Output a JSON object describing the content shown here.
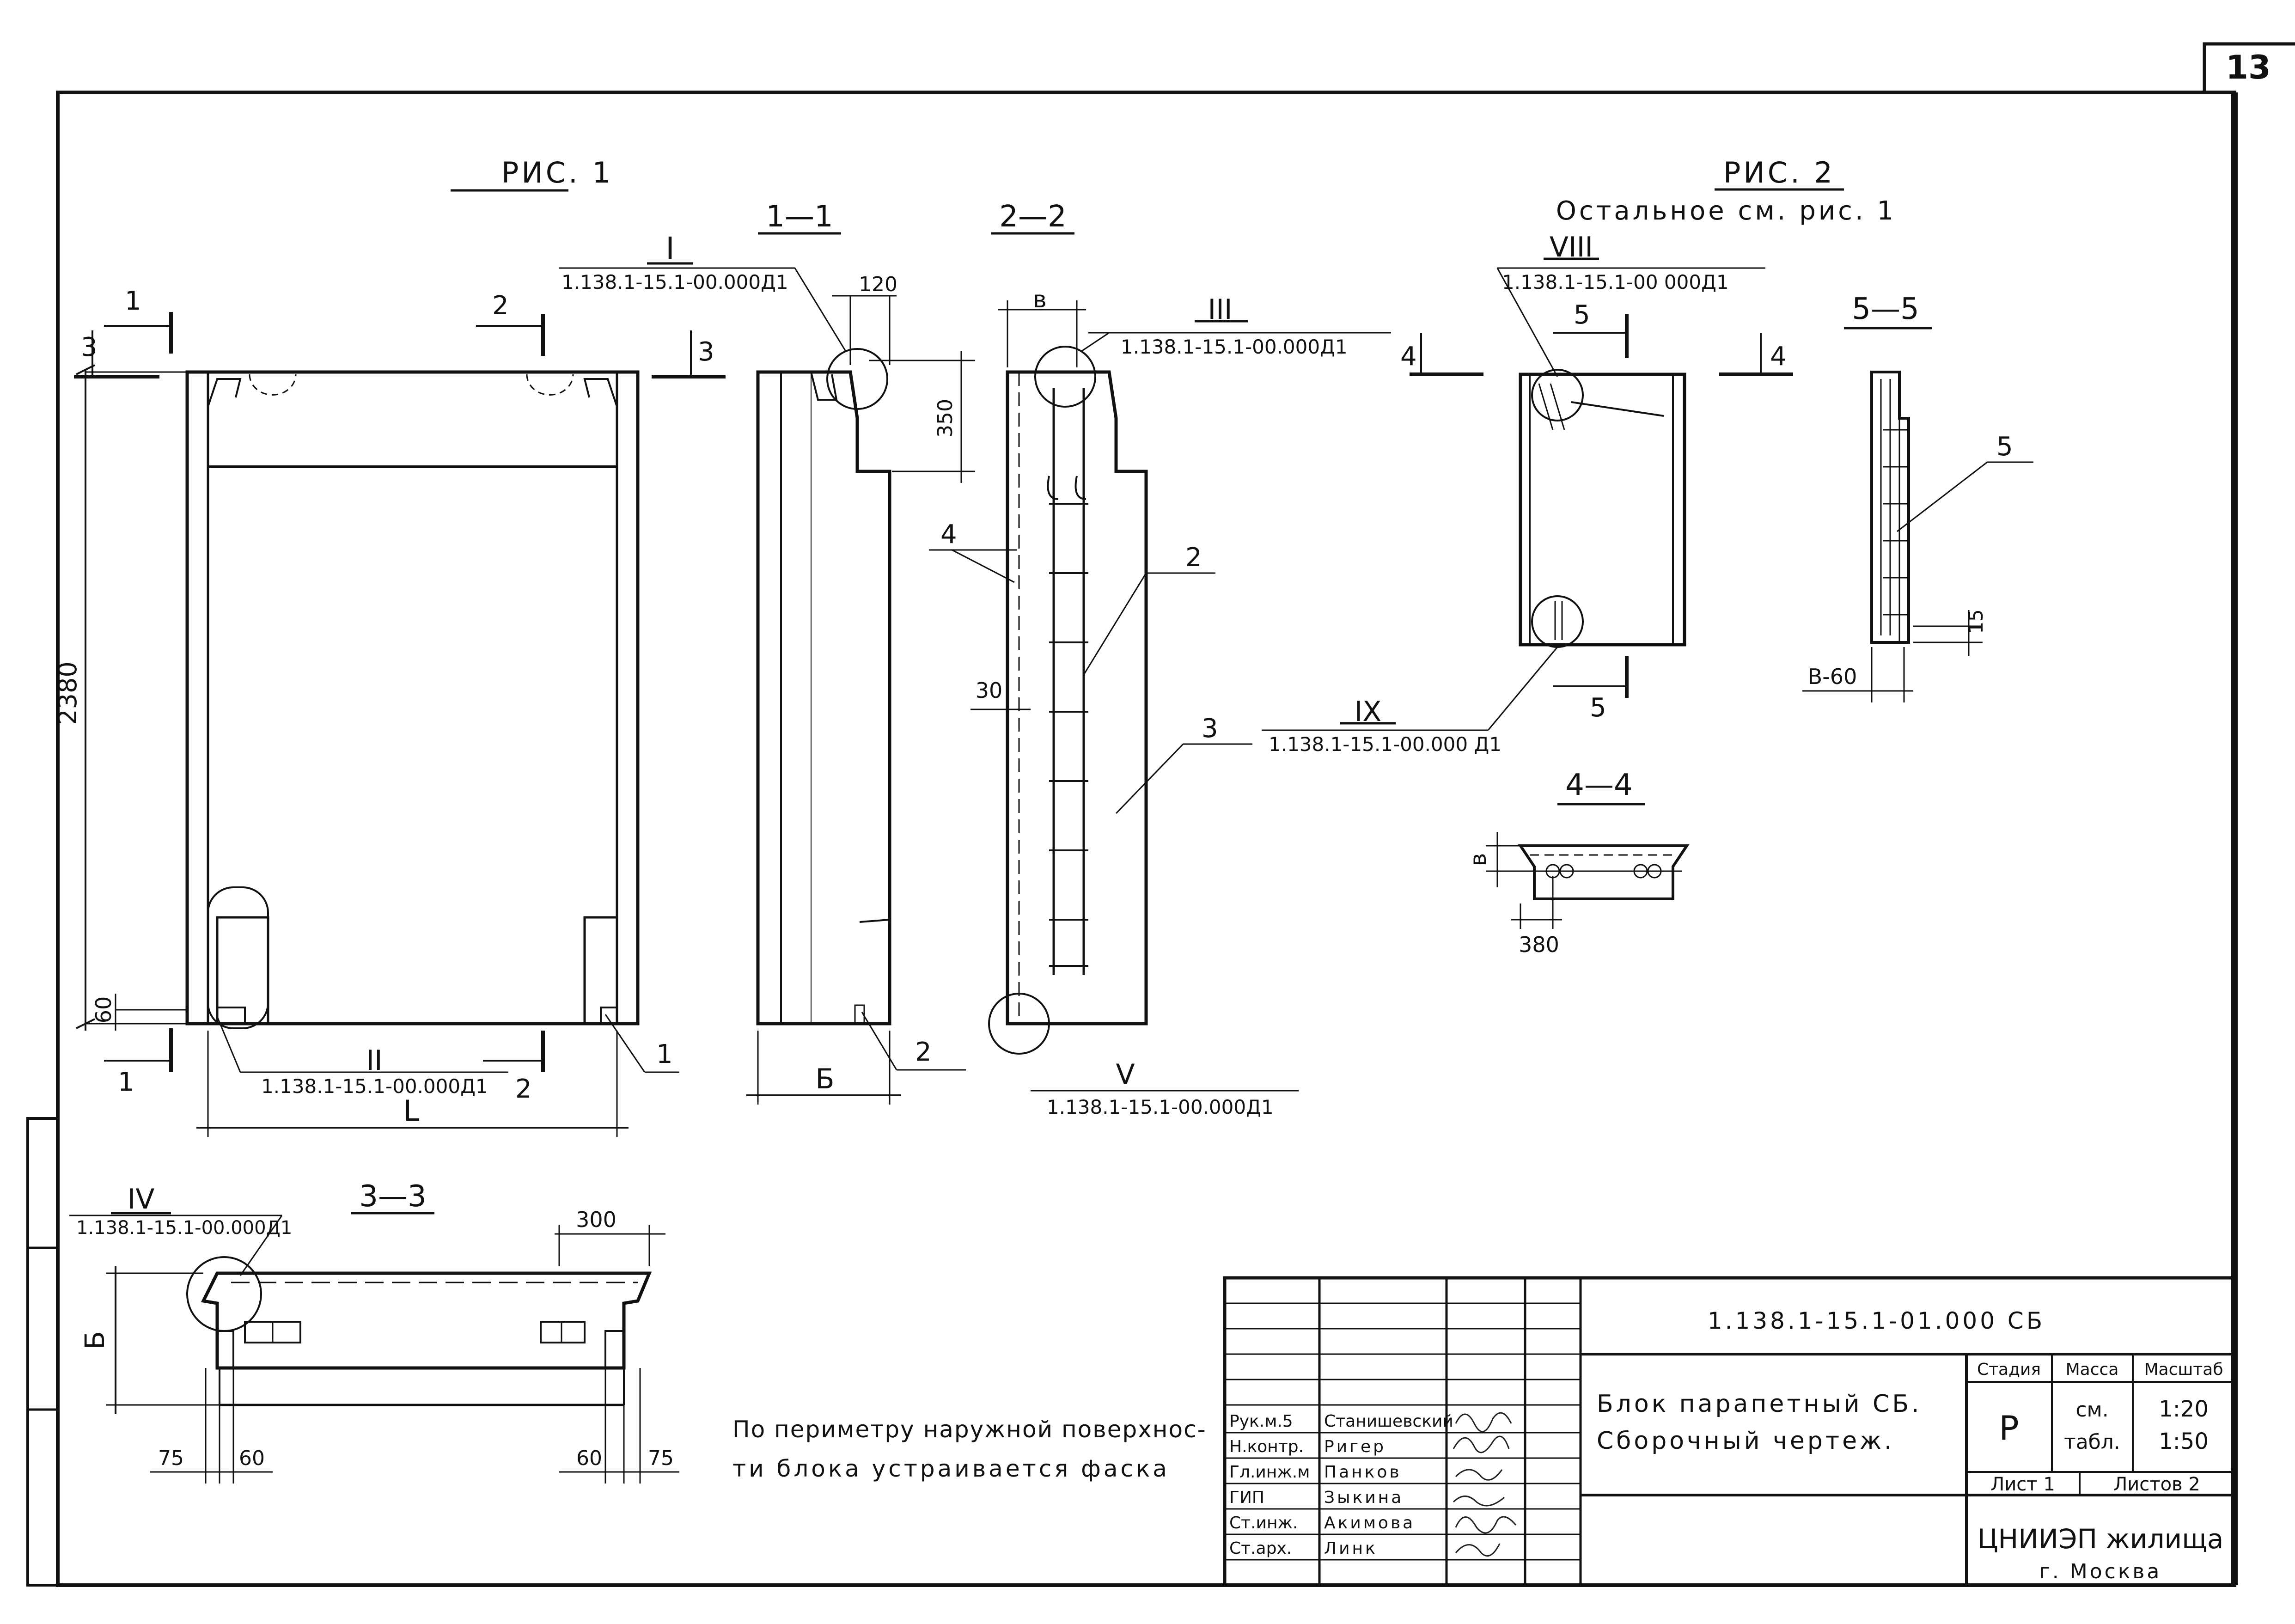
{
  "sheet_number": "13",
  "figures": {
    "fig1_title": "РИС. 1",
    "fig2_title": "РИС. 2",
    "fig2_note": "Остальное см. рис. 1"
  },
  "sections": {
    "s11": "1—1",
    "s22": "2—2",
    "s33": "3—3",
    "s44": "4—4",
    "s55": "5—5"
  },
  "cut_marks": {
    "one": "1",
    "two": "2",
    "three": "3",
    "four": "4",
    "five": "5"
  },
  "node_refs": {
    "I": {
      "mark": "I",
      "doc": "1.138.1-15.1-00.000Д1"
    },
    "II": {
      "mark": "II",
      "doc": "1.138.1-15.1-00.000Д1"
    },
    "III": {
      "mark": "III",
      "doc": "1.138.1-15.1-00.000Д1"
    },
    "IV": {
      "mark": "IV",
      "doc": "1.138.1-15.1-00.000Д1"
    },
    "V": {
      "mark": "V",
      "doc": "1.138.1-15.1-00.000Д1"
    },
    "VIII": {
      "mark": "VIII",
      "doc": "1.138.1-15.1-00 000Д1"
    },
    "IX": {
      "mark": "IX",
      "doc": "1.138.1-15.1-00.000 Д1"
    }
  },
  "dimensions": {
    "d120": "120",
    "d350": "350",
    "d2380": "2380",
    "d60": "60",
    "d30": "30",
    "d300": "300",
    "d75a": "75",
    "d60a": "60",
    "d60b": "60",
    "d75b": "75",
    "d15": "15",
    "d380": "380",
    "dB60": "В-60",
    "L": "L",
    "B": "Б",
    "v": "в"
  },
  "positions": {
    "p1": "1",
    "p2": "2",
    "p2b": "2",
    "p3": "3",
    "p4": "4",
    "p5": "5"
  },
  "note": {
    "line1": "По периметру наружной поверхнос-",
    "line2": "ти блока устраивается фаска"
  },
  "title_block": {
    "doc_code": "1.138.1-15.1-01.000 СБ",
    "name_line1": "Блок парапетный СБ.",
    "name_line2": "Сборочный чертеж.",
    "col_stage": "Стадия",
    "col_mass": "Масса",
    "col_scale": "Масштаб",
    "stage": "Р",
    "mass_line1": "см.",
    "mass_line2": "табл.",
    "scale_line1": "1:20",
    "scale_line2": "1:50",
    "sheet": "Лист 1",
    "sheets": "Листов 2",
    "org_line1": "ЦНИИЭП жилища",
    "org_line2": "г. Москва",
    "signatures": [
      {
        "role": "Рук.м.5",
        "name": "Станишевский"
      },
      {
        "role": "Н.контр.",
        "name": "Ригер"
      },
      {
        "role": "Гл.инж.м",
        "name": "Панков"
      },
      {
        "role": "ГИП",
        "name": "Зыкина"
      },
      {
        "role": "Ст.инж.",
        "name": "Акимова"
      },
      {
        "role": "Ст.арх.",
        "name": "Линк"
      }
    ]
  }
}
